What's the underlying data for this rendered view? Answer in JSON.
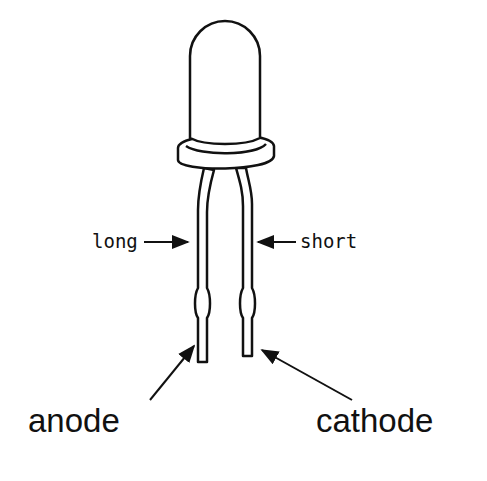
{
  "diagram": {
    "labels": [
      "long",
      "short",
      "anode",
      "cathode"
    ]
  }
}
